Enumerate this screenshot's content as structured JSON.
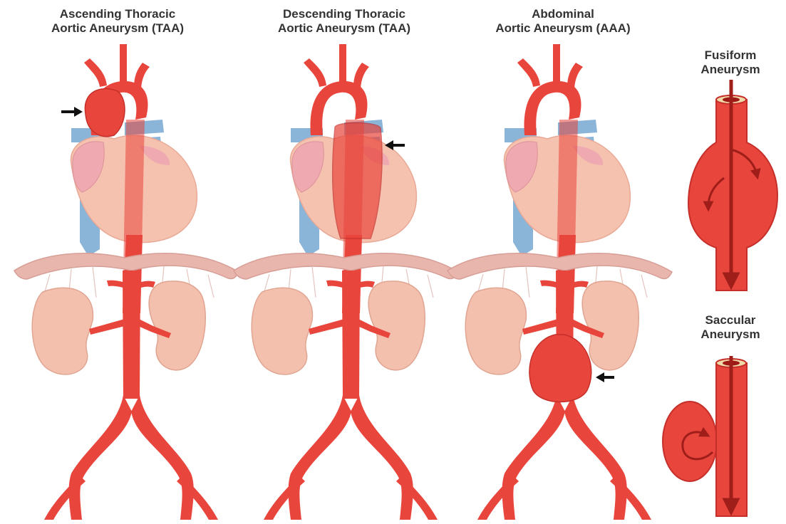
{
  "panels": {
    "ascending": {
      "line1": "Ascending Thoracic",
      "line2": "Aortic Aneurysm (TAA)"
    },
    "descending": {
      "line1": "Descending Thoracic",
      "line2": "Aortic Aneurysm (TAA)"
    },
    "abdominal": {
      "line1": "Abdominal",
      "line2": "Aortic Aneurysm (AAA)"
    }
  },
  "types": {
    "fusiform": {
      "line1": "Fusiform",
      "line2": "Aneurysm"
    },
    "saccular": {
      "line1": "Saccular",
      "line2": "Aneurysm"
    }
  },
  "colors": {
    "artery": "#e8453c",
    "artery_dark": "#c52f2a",
    "heart": "#f6c2b0",
    "vein": "#8ab4d8",
    "kidney": "#f4c0ae",
    "diaphragm": "#e9b6ae",
    "arrow": "#111111"
  }
}
